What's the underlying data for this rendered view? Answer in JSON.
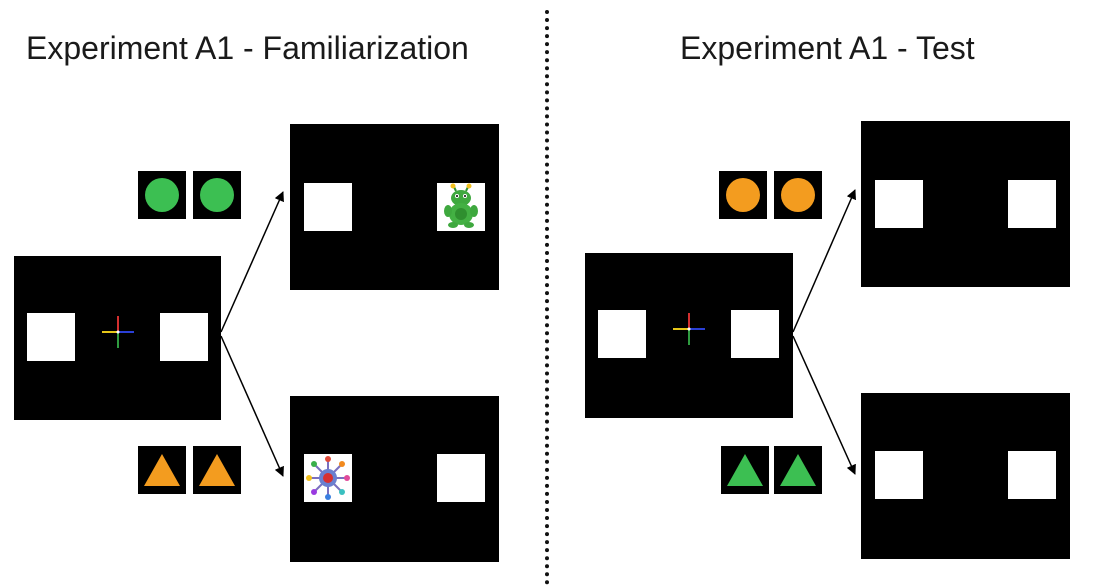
{
  "panels": {
    "left": {
      "title": "Experiment A1 - Familiarization",
      "cue_top": {
        "shape": "circle",
        "color": "#3cbf52"
      },
      "cue_bottom": {
        "shape": "triangle",
        "color": "#f39c1f"
      },
      "outcome_top": {
        "reward_side": "right",
        "reward_icon": "green-toy-icon"
      },
      "outcome_bottom": {
        "reward_side": "left",
        "reward_icon": "virus-toy-icon"
      }
    },
    "right": {
      "title": "Experiment A1 - Test",
      "cue_top": {
        "shape": "circle",
        "color": "#f39c1f"
      },
      "cue_bottom": {
        "shape": "triangle",
        "color": "#3cbf52"
      },
      "outcome_top": {
        "reward_side": "none"
      },
      "outcome_bottom": {
        "reward_side": "none"
      }
    }
  },
  "colors": {
    "screen": "#000000",
    "box": "#ffffff",
    "green": "#3cbf52",
    "orange": "#f39c1f"
  },
  "icons": [
    "fixation-cross-icon",
    "arrow-icon",
    "circle-icon",
    "triangle-icon",
    "green-toy-icon",
    "virus-toy-icon"
  ]
}
